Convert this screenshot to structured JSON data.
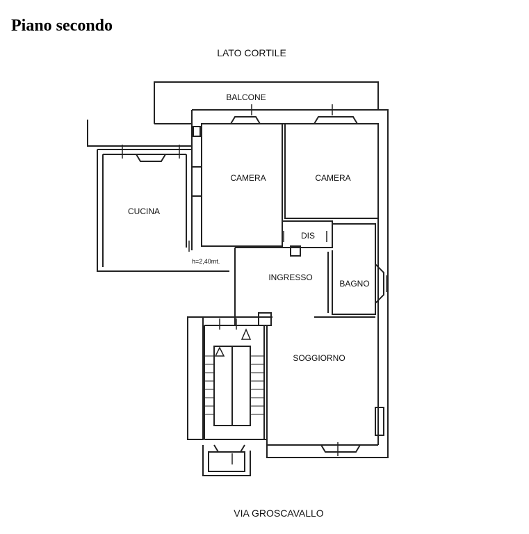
{
  "title": "Piano secondo",
  "labels": {
    "lato_cortile": "LATO CORTILE",
    "balcone": "BALCONE",
    "camera_left": "CAMERA",
    "camera_right": "CAMERA",
    "cucina": "CUCINA",
    "dis": "DIS",
    "ingresso": "INGRESSO",
    "bagno": "BAGNO",
    "soggiorno": "SOGGIORNO",
    "height_note": "h=2,40mt.",
    "via": "VIA GROSCAVALLO"
  },
  "colors": {
    "wall": "#222222",
    "background": "#ffffff"
  }
}
